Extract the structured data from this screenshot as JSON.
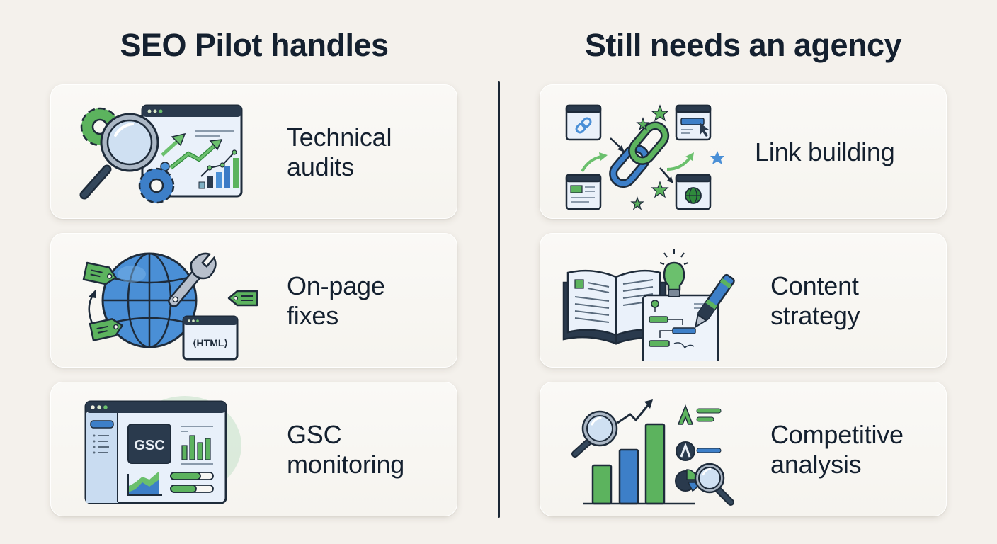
{
  "columns": {
    "left": {
      "title": "SEO Pilot handles",
      "items": [
        {
          "label_line1": "Technical",
          "label_line2": "audits",
          "icon": "technical-audit-icon"
        },
        {
          "label_line1": "On-page",
          "label_line2": "fixes",
          "icon": "on-page-fixes-icon"
        },
        {
          "label_line1": "GSC",
          "label_line2": "monitoring",
          "icon": "gsc-dashboard-icon",
          "icon_text": "GSC"
        }
      ]
    },
    "right": {
      "title": "Still needs an agency",
      "items": [
        {
          "label_line1": "Link building",
          "label_line2": "",
          "icon": "link-building-icon"
        },
        {
          "label_line1": "Content",
          "label_line2": "strategy",
          "icon": "content-strategy-icon"
        },
        {
          "label_line1": "Competitive",
          "label_line2": "analysis",
          "icon": "competitive-analysis-icon"
        }
      ]
    }
  },
  "icon_texts": {
    "html_tag": "⟨HTML⟩",
    "gsc": "GSC"
  },
  "colors": {
    "background": "#f4f1ec",
    "card": "#f8f7f3",
    "text": "#14202f",
    "green": "#5cb35e",
    "blue": "#3d7fc8",
    "dark": "#1e2b3a"
  }
}
